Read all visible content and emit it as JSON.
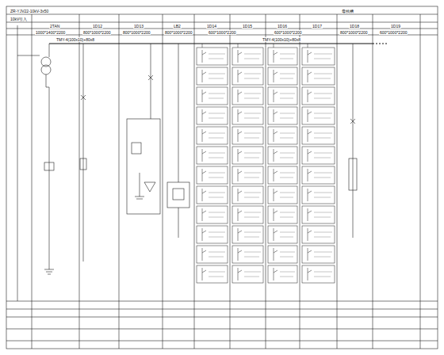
{
  "diagram": {
    "labels": [
      "ZR-YJV22-10kV-3x50",
      "10kV引入",
      "母线槽",
      "2TAN",
      "1D12",
      "1D13",
      "LB2",
      "1D14",
      "1D15",
      "1D16",
      "1D17",
      "1D18",
      "1D19",
      "1000*1400*2200",
      "800*1000*2200",
      "800*1000*2200",
      "800*1000*2200",
      "600*1000*2200",
      "600*1000*2200",
      "800*1000*2200",
      "600*1000*2200",
      "TMY-4(100x10)+80x8",
      "TMY-4(100x10)+80x8"
    ]
  }
}
